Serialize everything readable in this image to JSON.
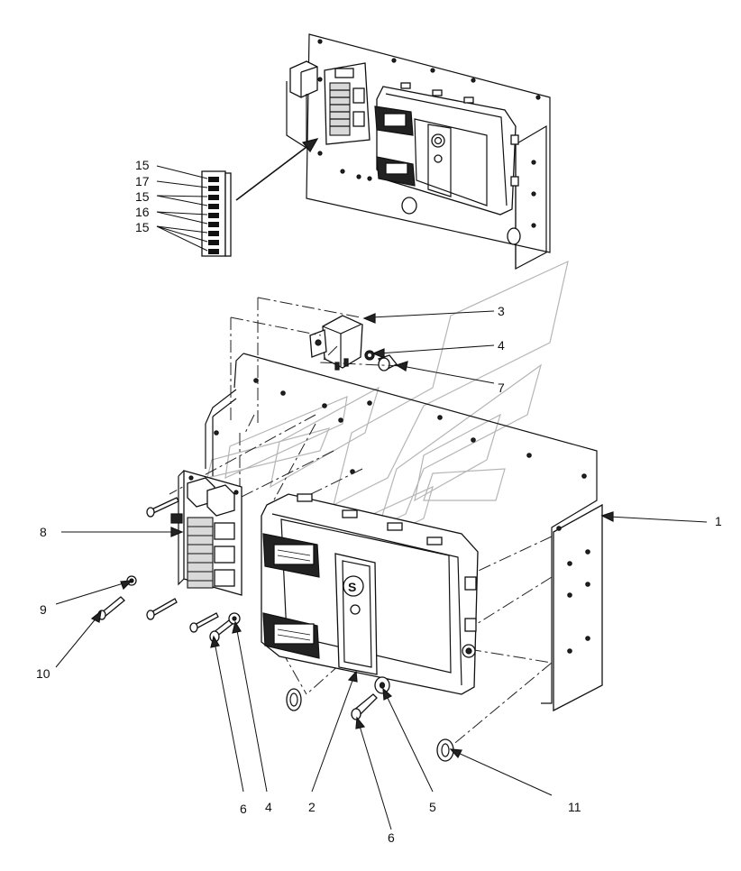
{
  "callouts": {
    "c1": "1",
    "c2": "2",
    "c3": "3",
    "c4a": "4",
    "c4b": "4",
    "c5": "5",
    "c6a": "6",
    "c6b": "6",
    "c7": "7",
    "c8": "8",
    "c9": "9",
    "c10": "10",
    "c11": "11",
    "fuse15a": "15",
    "fuse17": "17",
    "fuse15b": "15",
    "fuse16": "16",
    "fuse15c": "15"
  },
  "colors": {
    "ink": "#111111",
    "watermark": "#b5b5b5",
    "fill_dark": "#222222"
  },
  "icons": {
    "brand_logo": "s-logo-icon"
  }
}
